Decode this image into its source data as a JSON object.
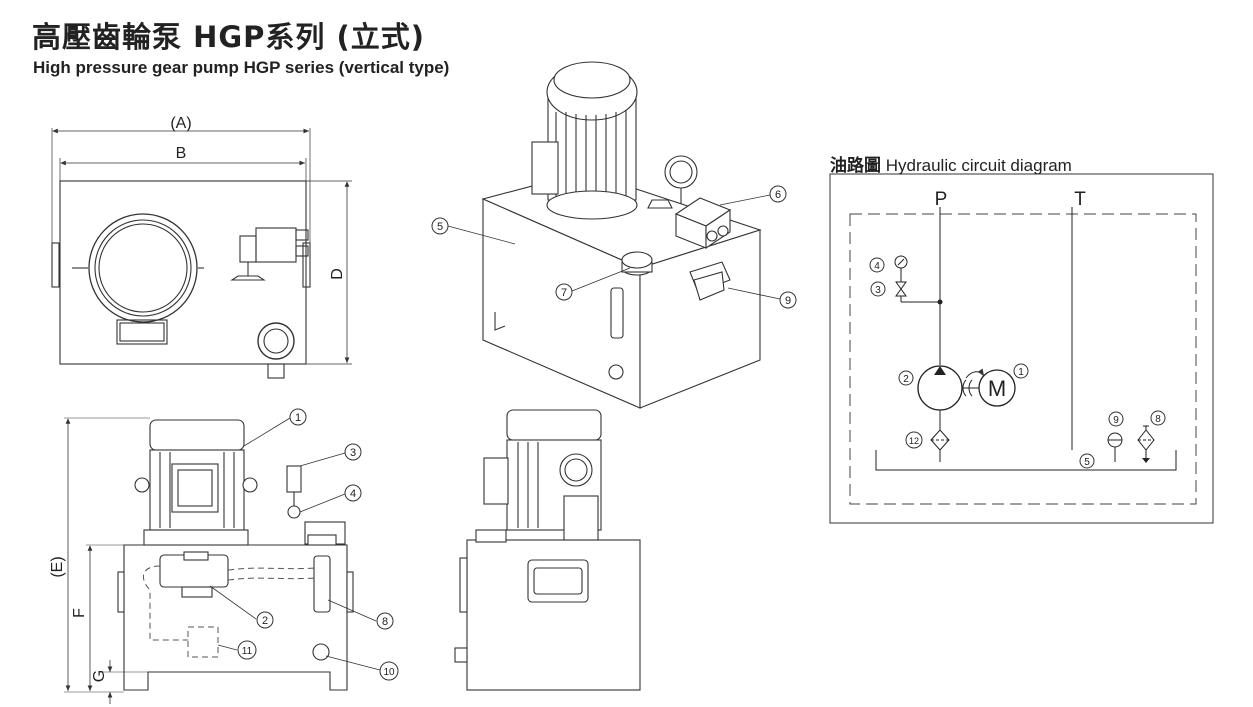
{
  "title": {
    "chinese": "高壓齒輪泵 HGP系列 (立式)",
    "english": "High pressure gear pump HGP series (vertical type)"
  },
  "top_view": {
    "dimensions": {
      "a": "(A)",
      "b": "B",
      "d": "D"
    }
  },
  "front_view": {
    "dimensions": {
      "e": "(E)",
      "f": "F",
      "g": "G"
    },
    "callouts": [
      "1",
      "2",
      "3",
      "4",
      "8",
      "10",
      "11"
    ]
  },
  "iso_view": {
    "callouts": [
      "5",
      "6",
      "7",
      "9"
    ]
  },
  "circuit": {
    "title_cn": "油路圖",
    "title_en": "Hydraulic circuit diagram",
    "port_p": "P",
    "port_t": "T",
    "motor_label": "M",
    "callouts": [
      "1",
      "2",
      "3",
      "4",
      "5",
      "8",
      "9",
      "12"
    ]
  }
}
